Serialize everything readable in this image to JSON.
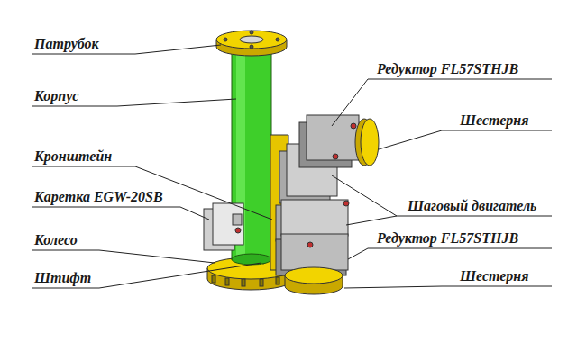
{
  "diagram": {
    "labels": [
      "Патрубок",
      "Корпус",
      "Кронштейн",
      "Каретка EGW-20SB",
      "Колесо",
      "Штифт",
      "Редуктор FL57STHJB",
      "Шестерня",
      "Шаговый двигатель",
      "Редуктор FL57STHJB",
      "Шестерня"
    ]
  }
}
